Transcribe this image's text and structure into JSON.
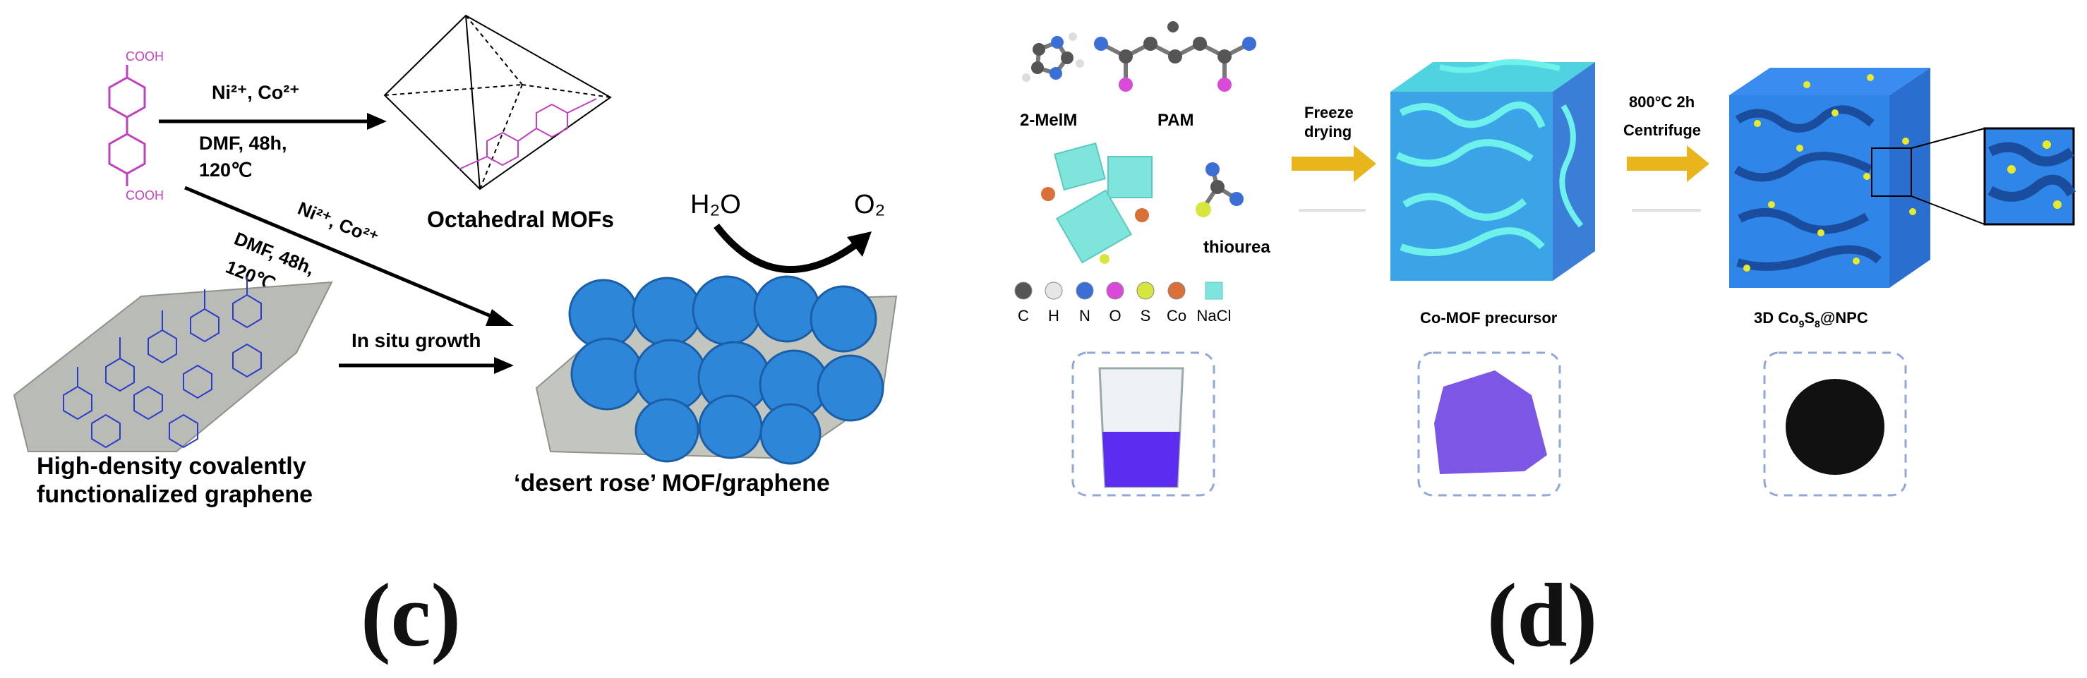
{
  "panel_c": {
    "label": "(c)",
    "cooh_top": "COOH",
    "cooh_bottom": "COOH",
    "reagent_metals": "Ni²⁺, Co²⁺",
    "reagent_cond_1": "DMF, 48h,",
    "reagent_cond_2": "120℃",
    "product_top": "Octahedral MOFs",
    "diag_metals": "Ni²⁺, Co²⁺",
    "diag_cond_1": "DMF, 48h,",
    "diag_cond_2": "120℃",
    "water": "H₂O",
    "oxygen": "O₂",
    "in_situ": "In situ growth",
    "graphene_label_1": "High-density covalently",
    "graphene_label_2": "functionalized graphene",
    "product_bottom": "‘desert rose’ MOF/graphene"
  },
  "panel_d": {
    "label": "(d)",
    "mol_2melm": "2-MelM",
    "mol_pam": "PAM",
    "mol_thiourea": "thiourea",
    "step1_1": "Freeze",
    "step1_2": "drying",
    "step2_1": "800°C 2h",
    "step2_2": "Centrifuge",
    "precursor": "Co-MOF precursor",
    "final_prefix": "3D Co",
    "final_sub1": "9",
    "final_mid": "S",
    "final_sub2": "8",
    "final_suffix": "@NPC",
    "legend": [
      {
        "sym": "C",
        "color": "#555555"
      },
      {
        "sym": "H",
        "color": "#e6e6e6"
      },
      {
        "sym": "N",
        "color": "#3b6fd6"
      },
      {
        "sym": "O",
        "color": "#d94ad9"
      },
      {
        "sym": "S",
        "color": "#d7e63c"
      },
      {
        "sym": "Co",
        "color": "#d9703a"
      },
      {
        "sym": "NaCl",
        "color": "#7fe5dc"
      }
    ]
  },
  "colors": {
    "ligand": "#c040c0",
    "arrow_yellow": "#e8b51c",
    "mof_blue": "#2e86d8",
    "sample_purple": "#5a2df0"
  }
}
